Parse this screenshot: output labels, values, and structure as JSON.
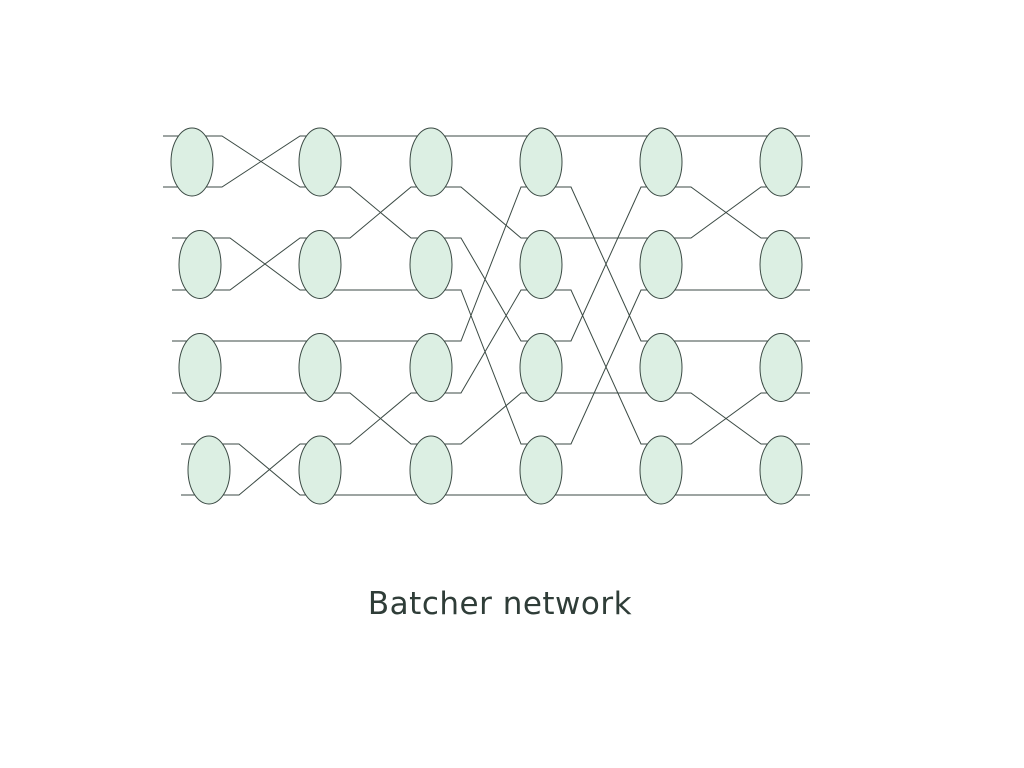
{
  "caption": "Batcher network",
  "colors": {
    "node_fill": "#dcefe3",
    "stroke": "#3b4a44",
    "caption": "#2f3d38"
  },
  "network": {
    "lines": 8,
    "stages": 6,
    "stage_connections": [
      [
        1,
        0,
        3,
        2,
        4,
        5,
        7,
        6
      ],
      [
        0,
        2,
        1,
        3,
        4,
        6,
        5,
        7
      ],
      [
        0,
        2,
        4,
        6,
        1,
        3,
        5,
        7
      ],
      [
        0,
        4,
        2,
        6,
        1,
        5,
        3,
        7
      ],
      [
        0,
        2,
        1,
        3,
        4,
        6,
        5,
        7
      ]
    ]
  }
}
